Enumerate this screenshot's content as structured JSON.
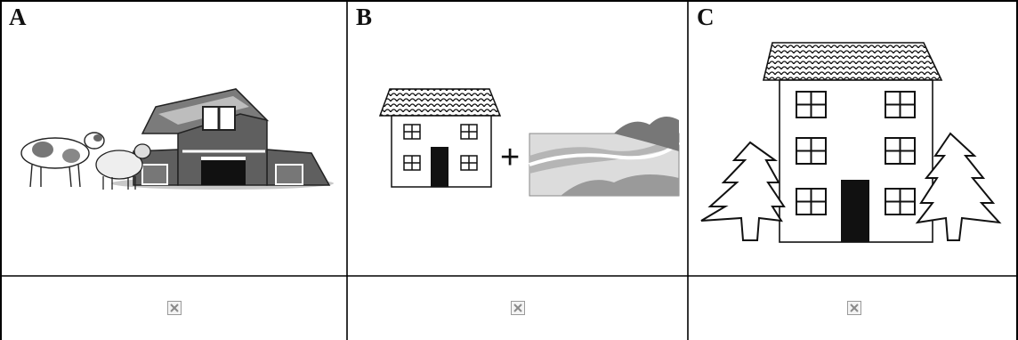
{
  "panels": [
    {
      "label": "A",
      "picture": "barn-with-animals"
    },
    {
      "label": "B",
      "picture": "house-plus-river"
    },
    {
      "label": "C",
      "picture": "house-with-trees"
    }
  ],
  "plus_sign": "+",
  "checkbox_icon": "broken-image-icon",
  "colors": {
    "border": "#000000",
    "barn": "#5f5f5f",
    "door": "#111111"
  }
}
